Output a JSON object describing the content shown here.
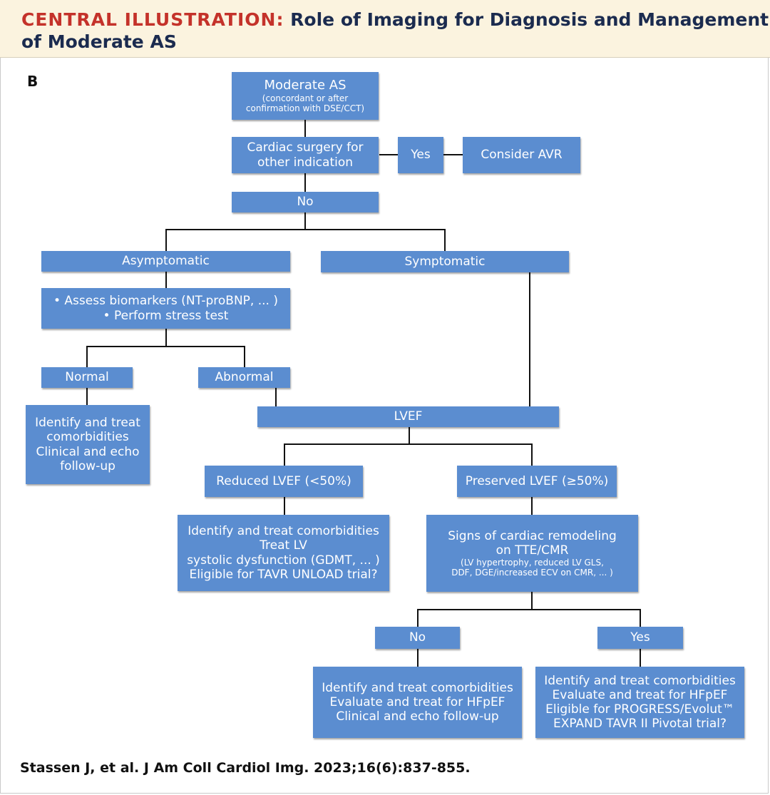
{
  "header": {
    "kicker": "CENTRAL ILLUSTRATION:",
    "title_part1": "Role of Imaging for Diagnosis and Management",
    "title_part2": "of Moderate AS"
  },
  "panel_label": "B",
  "nodes": {
    "moderate_as": {
      "title": "Moderate AS",
      "sub1": "(concordant or after",
      "sub2": "confirmation with DSE/CCT)"
    },
    "cardiac_surgery": {
      "line1": "Cardiac surgery for",
      "line2": "other indication"
    },
    "yes_top": "Yes",
    "consider_avr": "Consider AVR",
    "no_top": "No",
    "asymptomatic": "Asymptomatic",
    "symptomatic": "Symptomatic",
    "assess": {
      "line1": "• Assess biomarkers (NT-proBNP, ... )",
      "line2": "• Perform stress test"
    },
    "normal": "Normal",
    "abnormal": "Abnormal",
    "identify_normal": {
      "line1": "Identify and treat",
      "line2": "comorbidities",
      "line3": "Clinical and echo",
      "line4": "follow-up"
    },
    "lvef": "LVEF",
    "reduced_lvef": "Reduced LVEF (<50%)",
    "preserved_lvef": "Preserved LVEF (≥50%)",
    "reduced_mgmt": {
      "line1": "Identify and treat comorbidities",
      "line2": "Treat LV",
      "line3": "systolic dysfunction (GDMT, ... )",
      "line4": "Eligible for TAVR UNLOAD trial?"
    },
    "remodeling": {
      "line1": "Signs of cardiac remodeling",
      "line2": "on TTE/CMR",
      "sub1": "(LV hypertrophy, reduced LV GLS,",
      "sub2": "DDF, DGE/increased ECV on CMR, ... )"
    },
    "no_bottom": "No",
    "yes_bottom": "Yes",
    "no_mgmt": {
      "line1": "Identify and treat comorbidities",
      "line2": "Evaluate and treat for HFpEF",
      "line3": "Clinical and echo follow-up"
    },
    "yes_mgmt": {
      "line1": "Identify and treat comorbidities",
      "line2": "Evaluate and treat for HFpEF",
      "line3": "Eligible for PROGRESS/Evolut™",
      "line4": "EXPAND TAVR II Pivotal trial?"
    }
  },
  "citation": "Stassen J, et al. J Am Coll Cardiol Img. 2023;16(6):837-855.",
  "colors": {
    "box_fill": "#5b8dd0",
    "box_text": "#ffffff",
    "header_bg": "#fbf3df",
    "kicker": "#c4322a",
    "title": "#1b2b4f",
    "connector": "#111111"
  }
}
